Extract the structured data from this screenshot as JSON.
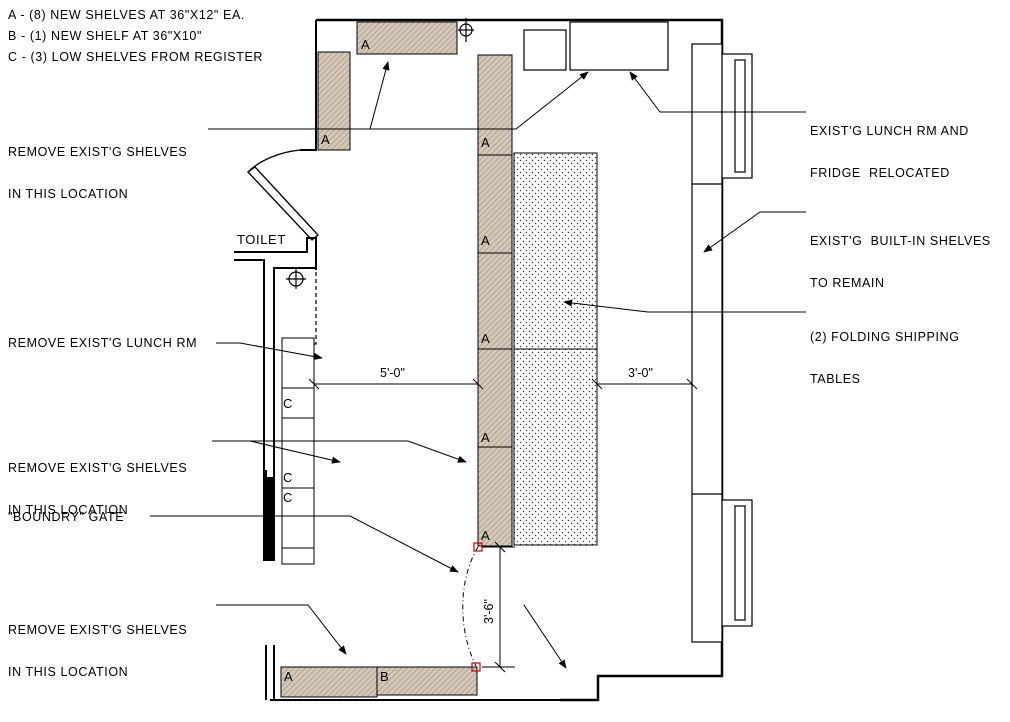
{
  "legend": {
    "a": "A - (8) NEW SHELVES AT 36\"X12\" EA.",
    "b": "B - (1) NEW SHELF AT 36\"X10\"",
    "c": "C - (3) LOW SHELVES FROM REGISTER"
  },
  "notes": {
    "remove_shelves_top": [
      "REMOVE EXIST'G SHELVES",
      "IN THIS LOCATION"
    ],
    "remove_lunch_rm": "REMOVE EXIST'G LUNCH RM",
    "remove_shelves_mid": [
      "REMOVE EXIST'G SHELVES",
      "IN THIS LOCATION"
    ],
    "boundry_gate": "\"BOUNDRY\" GATE",
    "remove_shelves_bottom": [
      "REMOVE EXIST'G SHELVES",
      "IN THIS LOCATION"
    ],
    "lunch_fridge_relocated": [
      "EXIST'G LUNCH RM AND",
      "FRIDGE  RELOCATED"
    ],
    "built_in_shelves": [
      "EXIST'G  BUILT-IN SHELVES",
      "TO REMAIN"
    ],
    "folding_tables": [
      "(2) FOLDING SHIPPING",
      "TABLES"
    ]
  },
  "room_labels": {
    "toilet": "TOILET"
  },
  "shelf_tags": {
    "a": "A",
    "b": "B",
    "c": "C"
  },
  "dimensions": {
    "aisle_left": "5'-0\"",
    "aisle_right": "3'-0\"",
    "gate_width": "3'-6\""
  },
  "colors": {
    "line": "#000000",
    "shelf_fill": "#d2c4b4",
    "shelf_hatch": "#8a7a6a",
    "gate_marker": "#cc0000"
  }
}
